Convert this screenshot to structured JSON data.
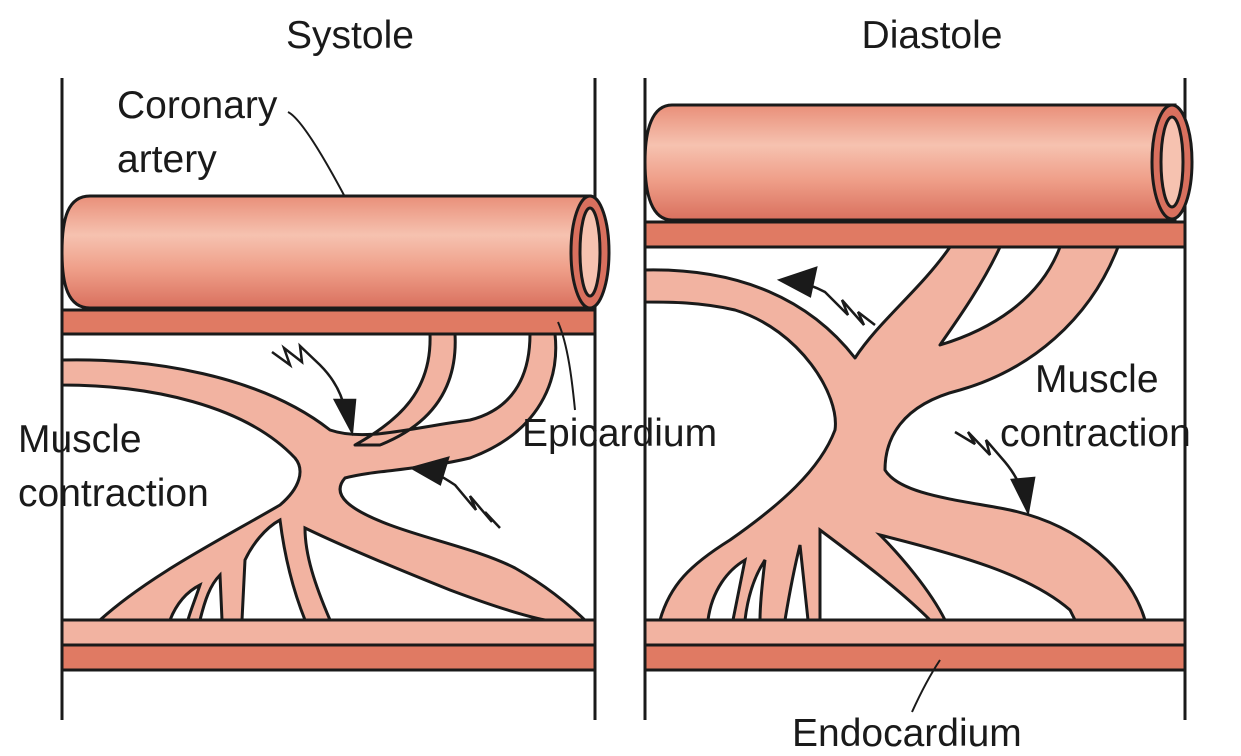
{
  "panels": {
    "systole": {
      "title": "Systole"
    },
    "diastole": {
      "title": "Diastole"
    }
  },
  "labels": {
    "coronary_artery_line1": "Coronary",
    "coronary_artery_line2": "artery",
    "epicardium": "Epicardium",
    "endocardium": "Endocardium",
    "muscle_contraction_left_line1": "Muscle",
    "muscle_contraction_left_line2": "contraction",
    "muscle_contraction_right_line1": "Muscle",
    "muscle_contraction_right_line2": "contraction"
  },
  "colors": {
    "artery_light": "#f4b7a2",
    "artery_dark": "#d9705e",
    "layer_fill": "#e07a63",
    "vessel_fill": "#f2b3a1",
    "outline": "#1a1a1a"
  }
}
